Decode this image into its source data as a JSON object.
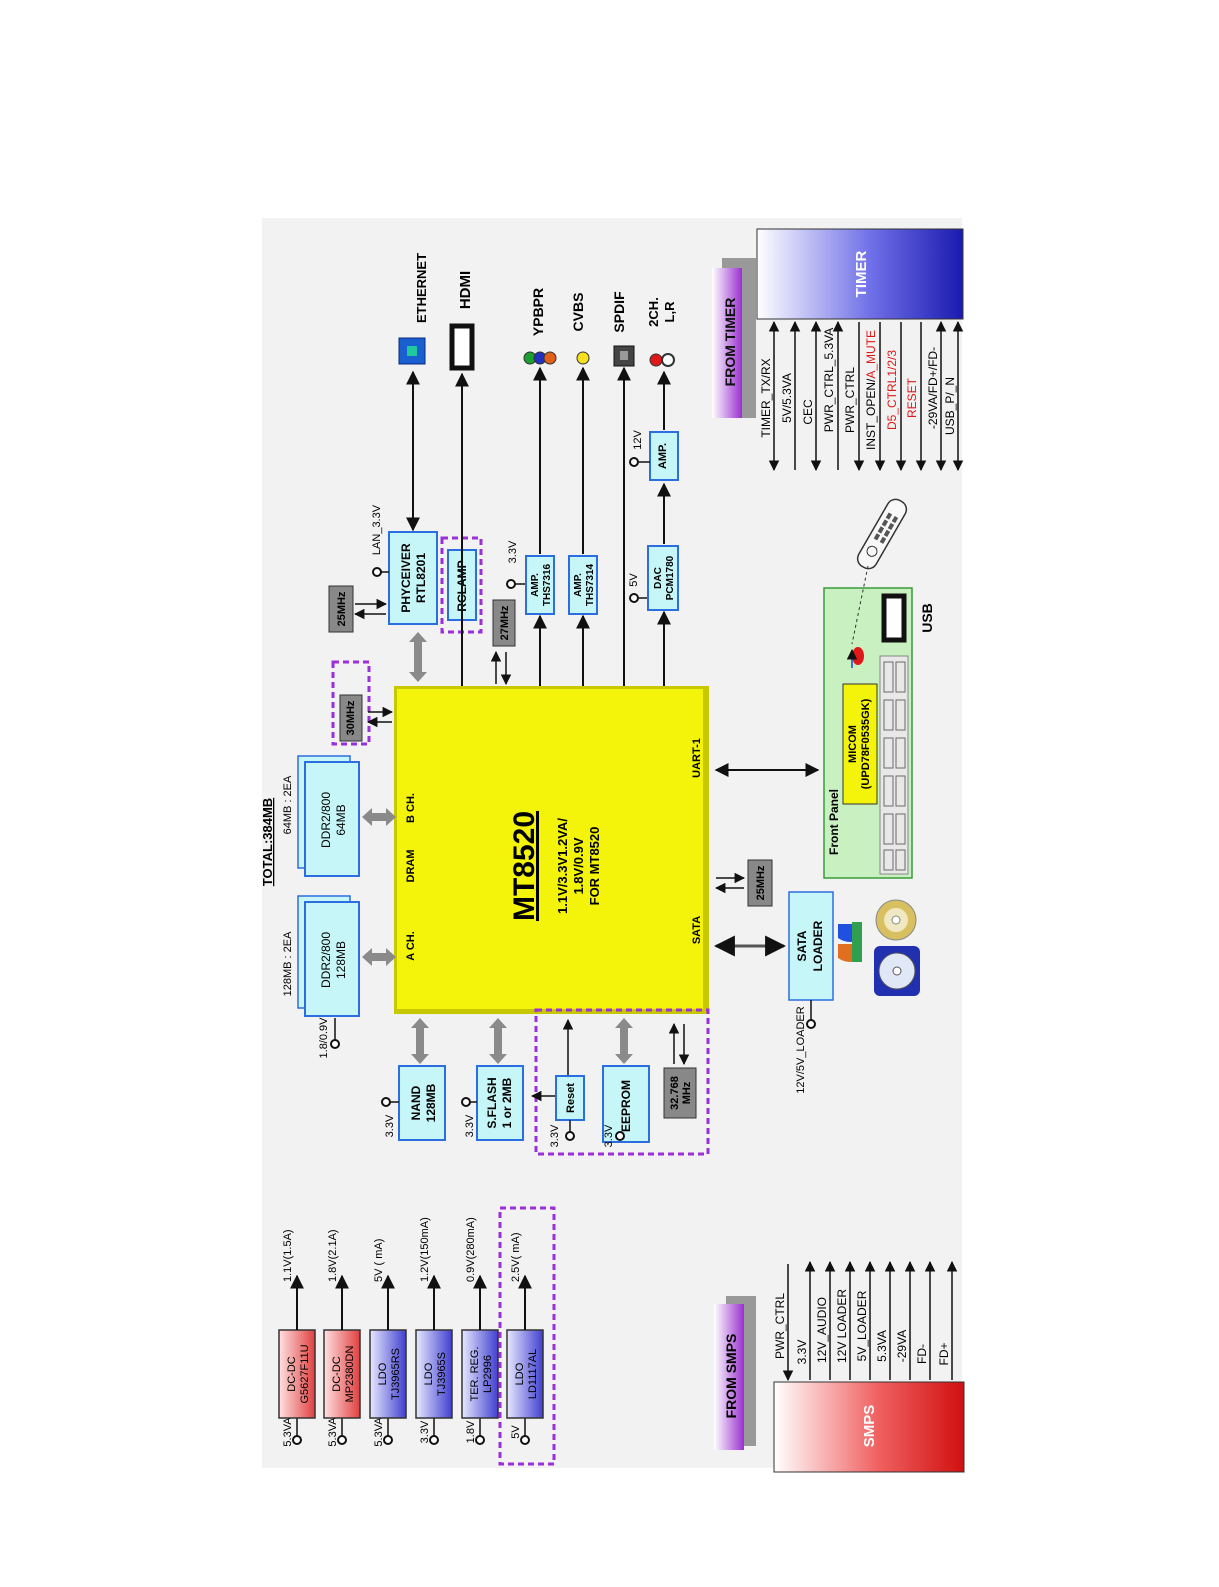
{
  "soc": {
    "name": "MT8520",
    "power": [
      "1.1V/3.3V1.2VA/",
      "1.8V/0.9V",
      "FOR MT8520"
    ],
    "ports": {
      "dram": "DRAM",
      "a_ch": "A CH.",
      "b_ch": "B CH.",
      "sata": "SATA",
      "uart": "UART-1"
    }
  },
  "memory": {
    "total": "TOTAL:384MB",
    "a_desc": "128MB : 2EA",
    "b_desc": "64MB : 2EA",
    "a_chip": [
      "DDR2/800",
      "128MB"
    ],
    "b_chip": [
      "DDR2/800",
      "64MB"
    ],
    "supply": "1.8/0.9V"
  },
  "crystals": {
    "c30": "30MHz",
    "c25_lan": "25MHz",
    "c27": "27MHz",
    "c25_sata": "25MHz",
    "c32": [
      "32.768",
      "MHz"
    ]
  },
  "lan": {
    "chip": [
      "PHYCEIVER",
      "RTL8201"
    ],
    "supply": "LAN_3.3V",
    "ethernet": "ETHERNET",
    "rclamp": "RCLAMP",
    "hdmi": "HDMI"
  },
  "video": {
    "amp1": [
      "AMP.",
      "THS7316"
    ],
    "amp2": [
      "AMP.",
      "THS7314"
    ],
    "amp_supply": "3.3V",
    "ypbpr": "YPBPR",
    "cvbs": "CVBS",
    "spdif": "SPDIF"
  },
  "audio": {
    "dac": [
      "DAC",
      "PCM1780"
    ],
    "dac_supply": "5V",
    "amp": "AMP.",
    "amp_supply": "12V",
    "out": [
      "2CH.",
      "L,R"
    ]
  },
  "timer": {
    "title": "TIMER",
    "from": "FROM  TIMER",
    "signals": [
      "TIMER_TX/RX",
      "5V/5.3VA",
      "CEC",
      "PWR_CTRL_5.3VA",
      "PWR_CTRL",
      "INST_OPEN/",
      "D5_CTRL1/2/3",
      "RESET",
      "-29VA/FD+/FD-",
      "USB_P/_N"
    ],
    "inst_open_red": "A_MUTE"
  },
  "front_panel": {
    "title": "Front Panel",
    "micom": [
      "MICOM",
      "(UPD78F0535GK)"
    ],
    "usb": "USB"
  },
  "sata": {
    "loader": [
      "SATA",
      "LOADER"
    ],
    "supply": "12V/5V_LOADER"
  },
  "storage": {
    "nand": [
      "NAND",
      "128MB"
    ],
    "nand_supply": "3.3V",
    "sflash": [
      "S.FLASH",
      "1 or 2MB"
    ],
    "sflash_supply": "3.3V",
    "reset": "Reset",
    "reset_supply": "3.3V",
    "eeprom": "EEPROM",
    "eeprom_supply": "3.3V"
  },
  "regulators": [
    {
      "type": "DC-DC",
      "part": "G5627F11U",
      "in": "5.3VA",
      "out": "1.1V(1.5A)"
    },
    {
      "type": "DC-DC",
      "part": "MP2380DN",
      "in": "5.3VA",
      "out": "1.8V(2.1A)"
    },
    {
      "type": "LDO",
      "part": "TJ3965RS",
      "in": "5.3VA",
      "out": "5V ( mA)"
    },
    {
      "type": "LDO",
      "part": "TJ3965S",
      "in": "3.3V",
      "out": "1.2V(150mA)"
    },
    {
      "type": "TER. REG.",
      "part": "LP2996",
      "in": "1.8V",
      "out": "0.9V(280mA)"
    },
    {
      "type": "LDO",
      "part": "LD1117AL",
      "in": "5V",
      "out": "2.5V( mA)"
    }
  ],
  "smps": {
    "title": "SMPS",
    "from": "FROM  SMPS",
    "signals": [
      "PWR_CTRL",
      "3.3V",
      "12V_AUDIO",
      "12V LOADER",
      "5V_LOADER",
      "5.3VA",
      "-29VA",
      "FD-",
      "FD+"
    ]
  },
  "colors": {
    "soc": "#f4f40a",
    "box": "#c6f6f8",
    "box_edge": "#2a6ee0",
    "dashed": "#9b30d8",
    "red": "#e01818",
    "timer_blue": "#2020c8",
    "panel_green": "#c8f0c0"
  }
}
